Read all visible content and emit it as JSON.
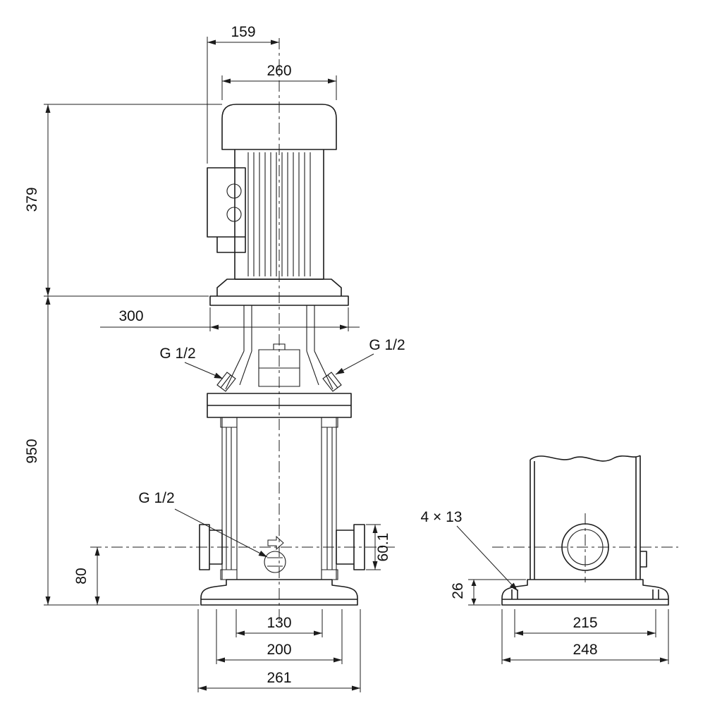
{
  "colors": {
    "line": "#1c1c1c",
    "background": "#ffffff"
  },
  "dims": {
    "motor_top_width": "159",
    "motor_width": "260",
    "motor_height": "379",
    "coupling_width": "300",
    "pump_height": "950",
    "gauge_port_left": "G 1/2",
    "gauge_port_right": "G 1/2",
    "drain_port": "G 1/2",
    "port_height": "80",
    "port_flange_height": "60.1",
    "base_inner_width": "130",
    "base_bolt_width": "200",
    "base_width": "261",
    "bolt_holes": "4 × 13",
    "base_height": "26",
    "side_bolt_spacing": "215",
    "side_base_width": "248"
  }
}
